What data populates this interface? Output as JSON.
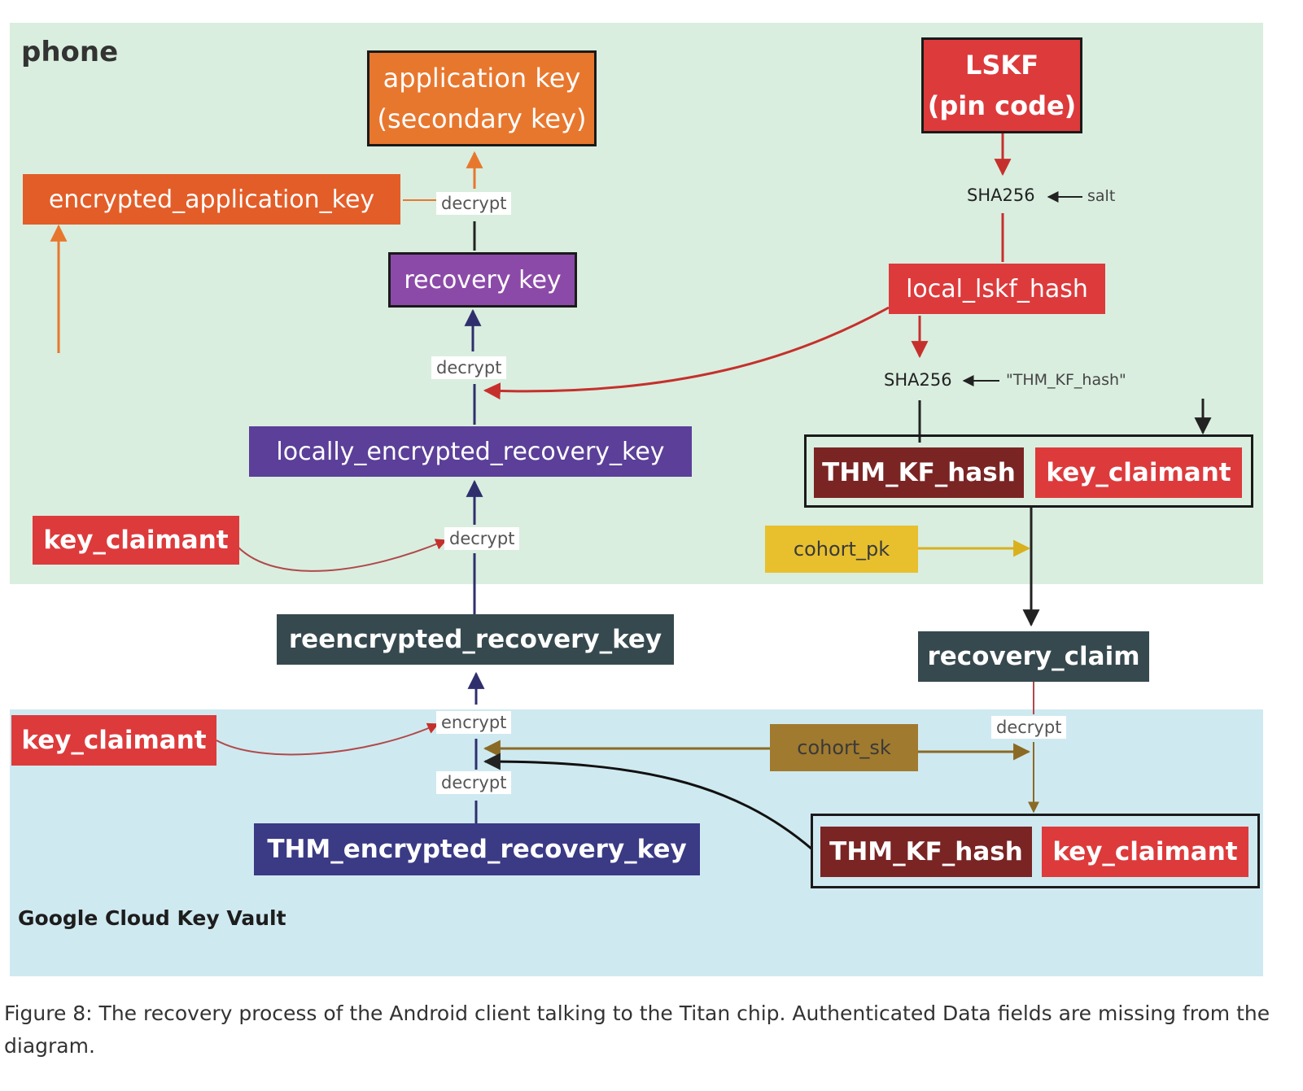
{
  "regions": {
    "phone": "phone",
    "vault": "Google Cloud Key Vault"
  },
  "nodes": {
    "application_key": "application key",
    "application_key_sub": "(secondary key)",
    "lskf": "LSKF",
    "lskf_sub": "(pin code)",
    "encrypted_application_key": "encrypted_application_key",
    "recovery_key": "recovery key",
    "local_lskf_hash": "local_lskf_hash",
    "locally_encrypted_recovery_key": "locally_encrypted_recovery_key",
    "thm_kf_hash_top": "THM_KF_hash",
    "key_claimant_top": "key_claimant",
    "key_claimant_left": "key_claimant",
    "cohort_pk": "cohort_pk",
    "reencrypted_recovery_key": "reencrypted_recovery_key",
    "recovery_claim": "recovery_claim",
    "key_claimant_vault": "key_claimant",
    "cohort_sk": "cohort_sk",
    "thm_encrypted_recovery_key": "THM_encrypted_recovery_key",
    "thm_kf_hash_bottom": "THM_KF_hash",
    "key_claimant_bottom": "key_claimant"
  },
  "labels": {
    "decrypt_app": "decrypt",
    "decrypt_recovery": "decrypt",
    "decrypt_local": "decrypt",
    "encrypt_vault": "encrypt",
    "decrypt_vault": "decrypt",
    "decrypt_claim": "decrypt",
    "sha256_salt": "SHA256",
    "salt": "salt",
    "sha256_thm": "SHA256",
    "thm_kf_hash_string": "\"THM_KF_hash\""
  },
  "colors": {
    "orange": "#e8772e",
    "red": "#dd3a3c",
    "purple": "#8c4aa8",
    "indigo": "#5b3f99",
    "dark_slate": "#36494f",
    "dark_red": "#7a2424",
    "gold": "#e8c02e",
    "brown": "#a07a2e",
    "navy": "#3a3a85"
  },
  "caption": "Figure 8: The recovery process of the Android client talking to the Titan chip. Authenticated Data fields are missing from the diagram."
}
